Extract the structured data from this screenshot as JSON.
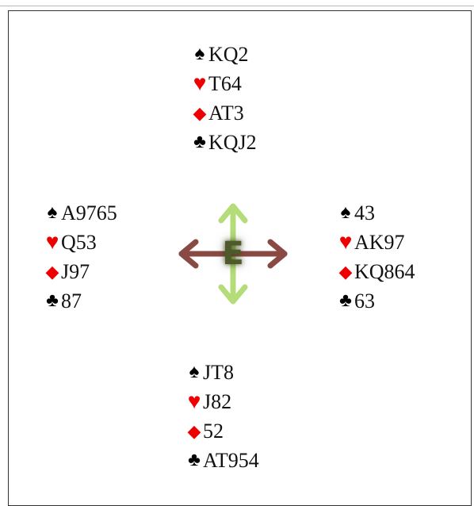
{
  "hands": {
    "north": [
      {
        "suit": "spades",
        "symbol": "♠",
        "color": "#000000",
        "cards": "KQ2"
      },
      {
        "suit": "hearts",
        "symbol": "♥",
        "color": "#ee0000",
        "cards": "T64"
      },
      {
        "suit": "diamonds",
        "symbol": "◆",
        "color": "#ee0000",
        "cards": "AT3"
      },
      {
        "suit": "clubs",
        "symbol": "♣",
        "color": "#000000",
        "cards": "KQJ2"
      }
    ],
    "west": [
      {
        "suit": "spades",
        "symbol": "♠",
        "color": "#000000",
        "cards": "A9765"
      },
      {
        "suit": "hearts",
        "symbol": "♥",
        "color": "#ee0000",
        "cards": "Q53"
      },
      {
        "suit": "diamonds",
        "symbol": "◆",
        "color": "#ee0000",
        "cards": "J97"
      },
      {
        "suit": "clubs",
        "symbol": "♣",
        "color": "#000000",
        "cards": "87"
      }
    ],
    "east": [
      {
        "suit": "spades",
        "symbol": "♠",
        "color": "#000000",
        "cards": "43"
      },
      {
        "suit": "hearts",
        "symbol": "♥",
        "color": "#ee0000",
        "cards": "AK97"
      },
      {
        "suit": "diamonds",
        "symbol": "◆",
        "color": "#ee0000",
        "cards": "KQ864"
      },
      {
        "suit": "clubs",
        "symbol": "♣",
        "color": "#000000",
        "cards": "63"
      }
    ],
    "south": [
      {
        "suit": "spades",
        "symbol": "♠",
        "color": "#000000",
        "cards": "JT8"
      },
      {
        "suit": "hearts",
        "symbol": "♥",
        "color": "#ee0000",
        "cards": "J82"
      },
      {
        "suit": "diamonds",
        "symbol": "◆",
        "color": "#ee0000",
        "cards": "52"
      },
      {
        "suit": "clubs",
        "symbol": "♣",
        "color": "#000000",
        "cards": "AT954"
      }
    ]
  },
  "compass": {
    "dealer": "E",
    "ns_arrow_color": "#b4dc78",
    "ew_arrow_color": "#8a4a44",
    "dealer_color": "#4e5a2a"
  }
}
